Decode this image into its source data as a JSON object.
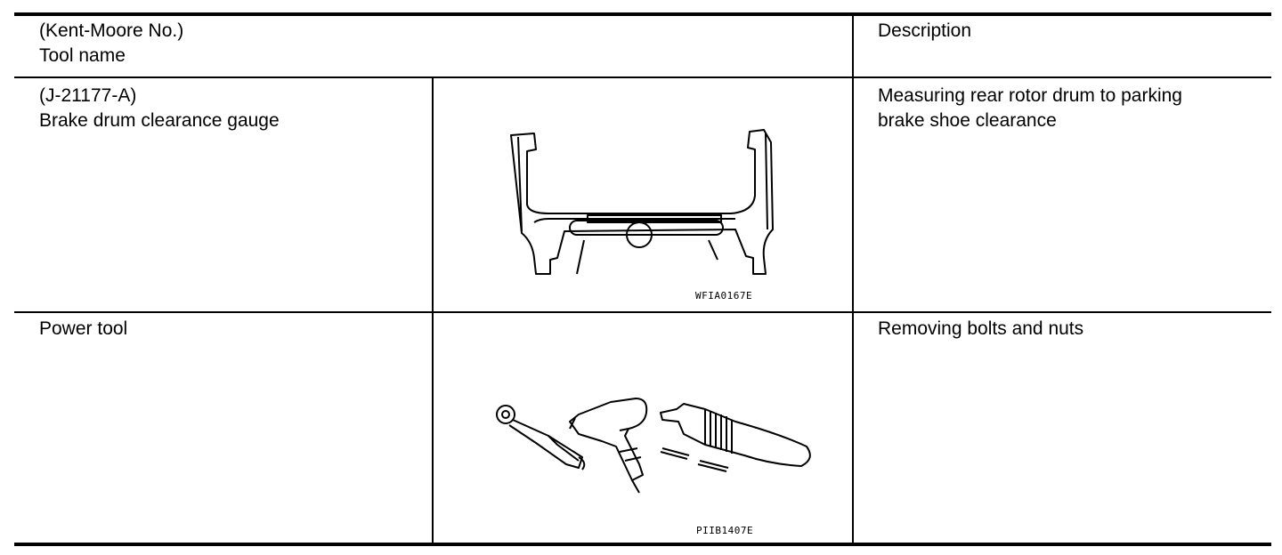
{
  "header": {
    "col1_line1": "(Kent-Moore No.)",
    "col1_line2": "Tool name",
    "col3": "Description"
  },
  "rows": [
    {
      "number": "(J-21177-A)",
      "name": "Brake drum clearance gauge",
      "figure_code": "WFIA0167E",
      "description_line1": "Measuring rear rotor drum to parking",
      "description_line2": "brake shoe clearance"
    },
    {
      "name": "Power tool",
      "figure_code": "PIIB1407E",
      "description_line1": "Removing bolts and nuts"
    }
  ]
}
